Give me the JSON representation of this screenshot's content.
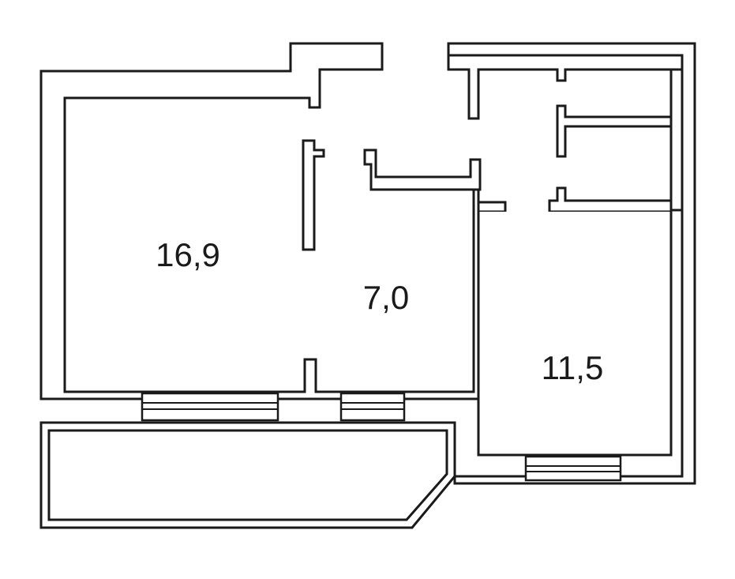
{
  "rooms": [
    {
      "id": "living-room",
      "area": "16,9"
    },
    {
      "id": "kitchen",
      "area": "7,0"
    },
    {
      "id": "bedroom",
      "area": "11,5"
    }
  ],
  "colors": {
    "wall_stroke": "#1a1a1a",
    "background": "#ffffff"
  }
}
